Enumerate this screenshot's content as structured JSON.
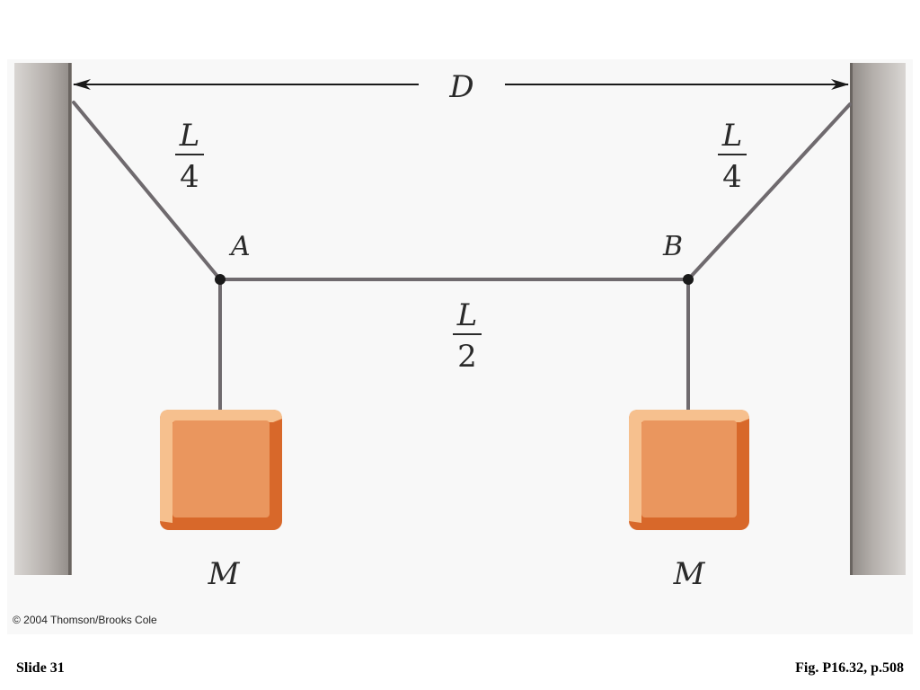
{
  "figure": {
    "distance_label": "D",
    "left_segment": {
      "numerator": "L",
      "denominator": "4"
    },
    "right_segment": {
      "numerator": "L",
      "denominator": "4"
    },
    "middle_segment": {
      "numerator": "L",
      "denominator": "2"
    },
    "point_a": "A",
    "point_b": "B",
    "mass_left": "M",
    "mass_right": "M",
    "colors": {
      "wall": "#a8a39e",
      "string": "#6f6a6e",
      "block_face": "#ea965e",
      "block_highlight": "#f6c08e",
      "block_shadow": "#d8682a",
      "knot": "#1a1a1a"
    }
  },
  "copyright": "© 2004 Thomson/Brooks Cole",
  "footer": {
    "slide": "Slide 31",
    "figure_ref": "Fig. P16.32, p.508"
  }
}
